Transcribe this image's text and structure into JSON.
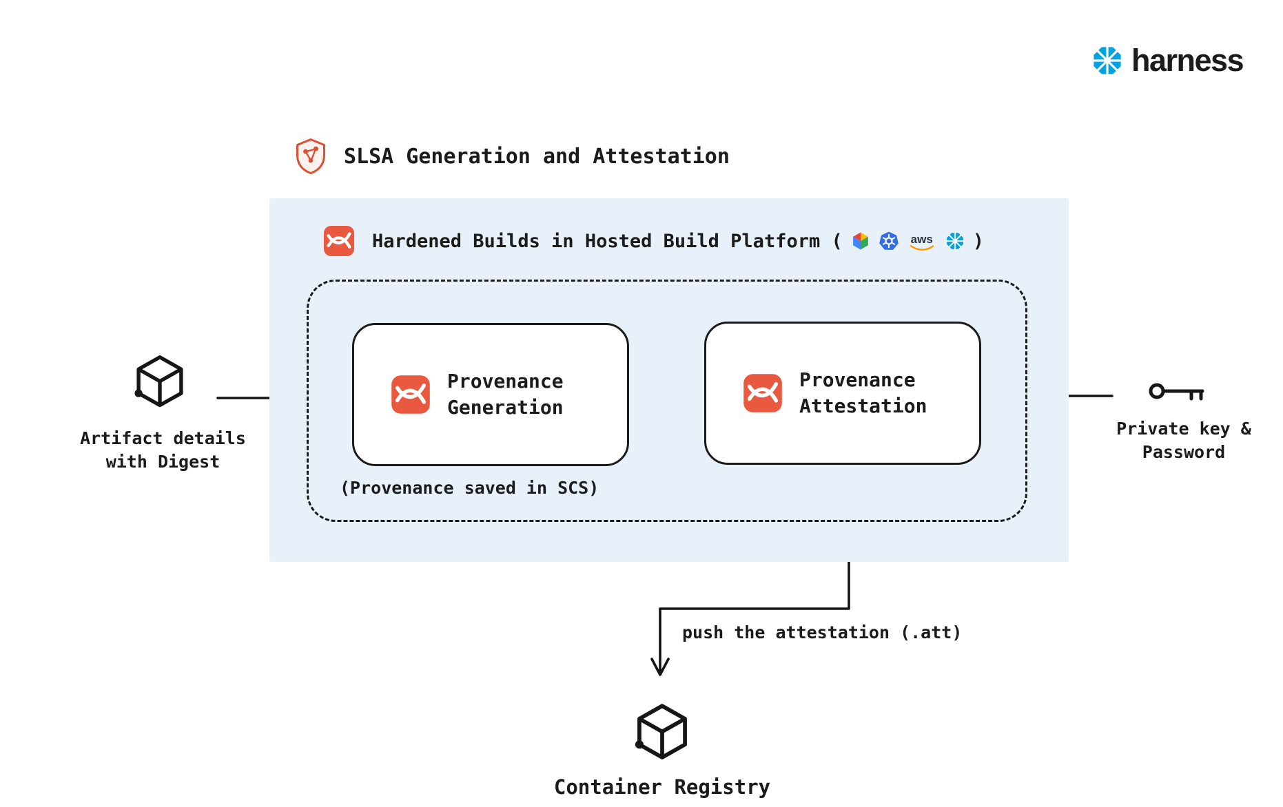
{
  "brand": {
    "logo_text": "harness"
  },
  "title": {
    "text": "SLSA Generation and Attestation"
  },
  "platform": {
    "header_prefix": "Hardened Builds in Hosted Build Platform (",
    "header_suffix": ")",
    "icons": [
      "google-cloud",
      "kubernetes",
      "aws",
      "harness"
    ],
    "aws_label": "aws",
    "caption": "(Provenance saved in SCS)"
  },
  "nodes": {
    "generation": {
      "label": "Provenance Generation"
    },
    "attestation": {
      "label": "Provenance Attestation"
    }
  },
  "inputs": {
    "artifact": {
      "label": "Artifact details\nwith Digest"
    },
    "key": {
      "label": "Private key &\nPassword"
    }
  },
  "outputs": {
    "push_label": "push the attestation (.att)",
    "registry_label": "Container Registry"
  },
  "colors": {
    "accent_orange": "#E8593F",
    "shield_orange": "#DD4F33",
    "harness_blue": "#00A3E0",
    "panel_blue": "#E8F1FA",
    "kubernetes_blue": "#326CE5",
    "aws_orange": "#FF9900",
    "gcp_blue": "#4285F4",
    "gcp_red": "#EA4335",
    "gcp_yellow": "#FBBC05",
    "gcp_green": "#34A853",
    "ink": "#1B1B1B"
  }
}
